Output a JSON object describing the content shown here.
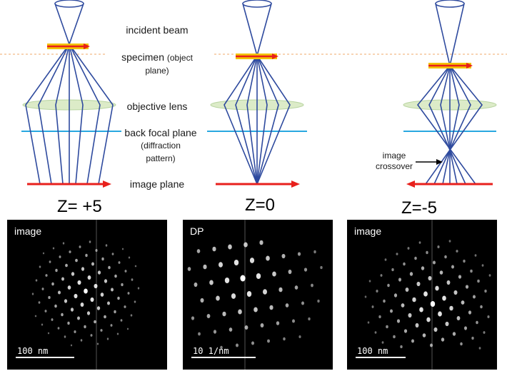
{
  "labels": {
    "incident_beam": "incident beam",
    "specimen": "specimen",
    "specimen_paren1": "(object",
    "specimen_paren2": "plane)",
    "objective_lens": "objective lens",
    "back_focal_plane": "back focal plane",
    "diffraction1": "(diffraction",
    "diffraction2": "pattern)",
    "image_plane": "image plane",
    "image_crossover1": "image",
    "image_crossover2": "crossover"
  },
  "columns": [
    {
      "z_label": "Z= +5"
    },
    {
      "z_label": "Z=0"
    },
    {
      "z_label": "Z=-5"
    }
  ],
  "panels": [
    {
      "tag": "image",
      "scale": "100 nm"
    },
    {
      "tag": "DP",
      "scale": "10 1/nm"
    },
    {
      "tag": "image",
      "scale": "100 nm"
    }
  ],
  "colors": {
    "ray": "#2e4a9e",
    "arrow": "#e8201c",
    "specimen_fill": "#f2c200",
    "lens_fill": "#dcebc8",
    "bfp": "#29a8e0",
    "dashed_line": "#f0a868"
  }
}
